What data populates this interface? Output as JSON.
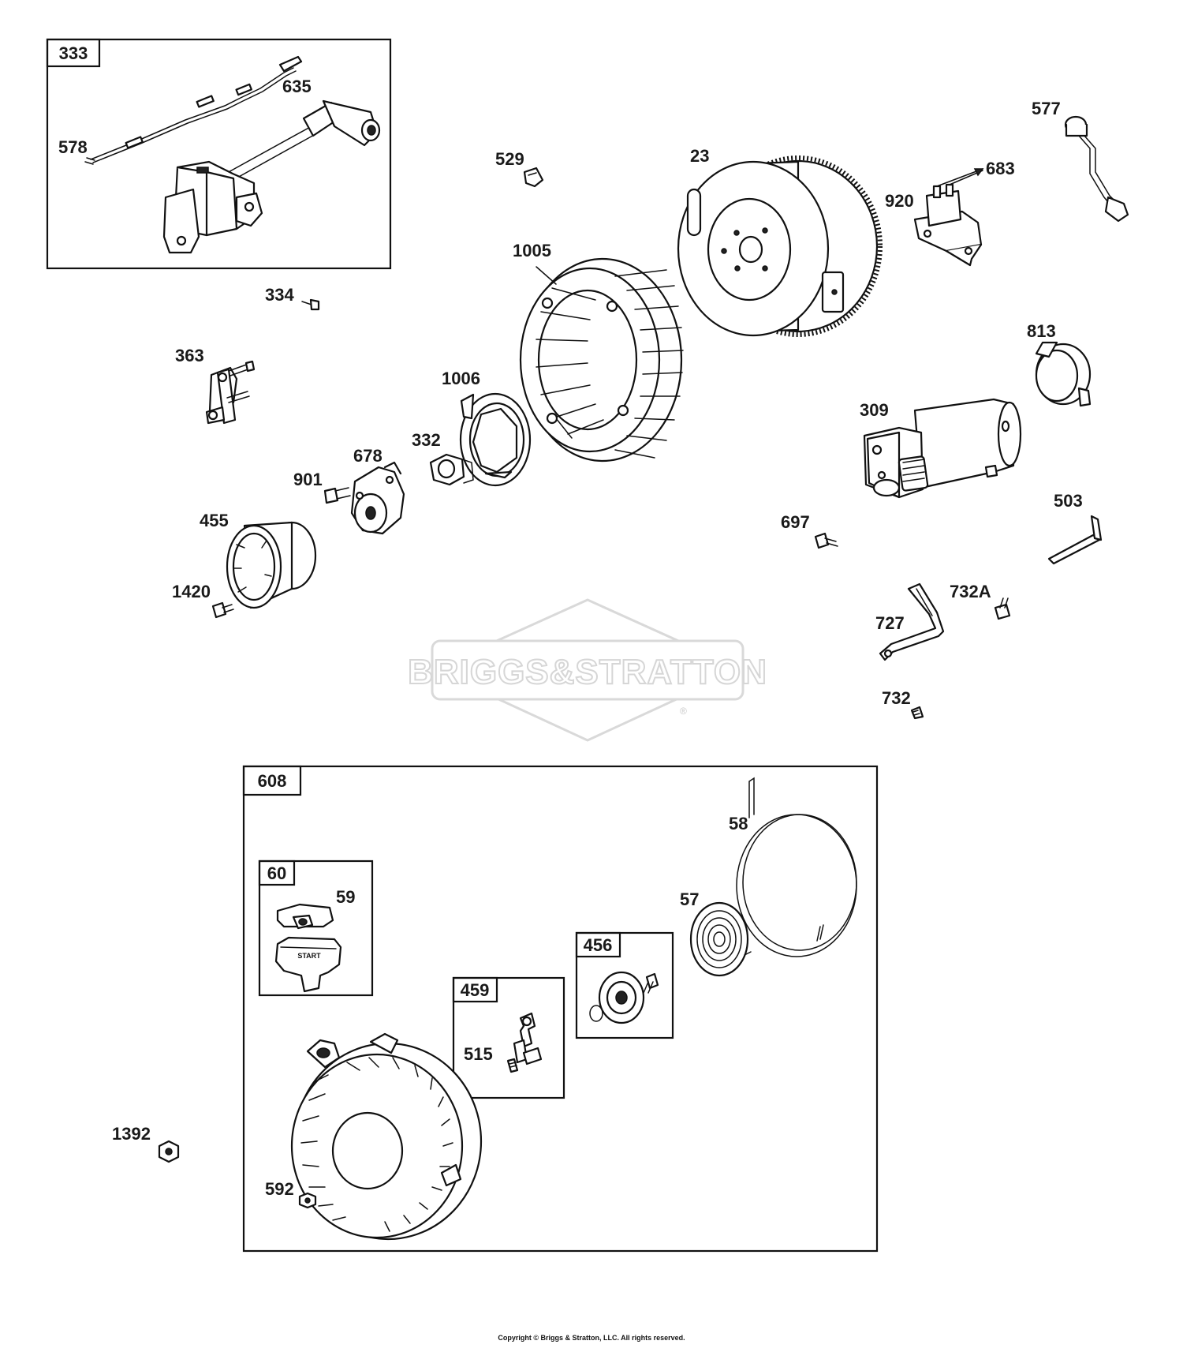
{
  "watermark": {
    "text": "BRIGGS&STRATTON",
    "registered_mark": "®"
  },
  "copyright": "Copyright © Briggs & Stratton, LLC. All rights reserved.",
  "kit_boxes": {
    "b333": "333",
    "b608": "608",
    "b60": "60",
    "b459": "459",
    "b456": "456"
  },
  "labels": {
    "p635": "635",
    "p578": "578",
    "p529": "529",
    "p23": "23",
    "p577": "577",
    "p683": "683",
    "p920": "920",
    "p1005": "1005",
    "p334": "334",
    "p363": "363",
    "p1006": "1006",
    "p813": "813",
    "p309": "309",
    "p332": "332",
    "p678": "678",
    "p901": "901",
    "p455": "455",
    "p503": "503",
    "p697": "697",
    "p1420": "1420",
    "p732A": "732A",
    "p727": "727",
    "p732": "732",
    "p58": "58",
    "p59": "59",
    "p57": "57",
    "p515": "515",
    "p1392": "1392",
    "p592": "592"
  },
  "handle_text": "START"
}
